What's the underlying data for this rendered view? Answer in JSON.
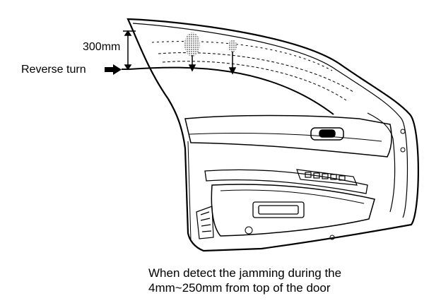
{
  "labels": {
    "distance": "300mm",
    "reverse": "Reverse turn"
  },
  "caption": {
    "line1": "When detect the jamming during the",
    "line2": "4mm~250mm from top of the door"
  },
  "colors": {
    "ink": "#000000",
    "background": "#ffffff",
    "stipple": "#9a9a9a"
  }
}
